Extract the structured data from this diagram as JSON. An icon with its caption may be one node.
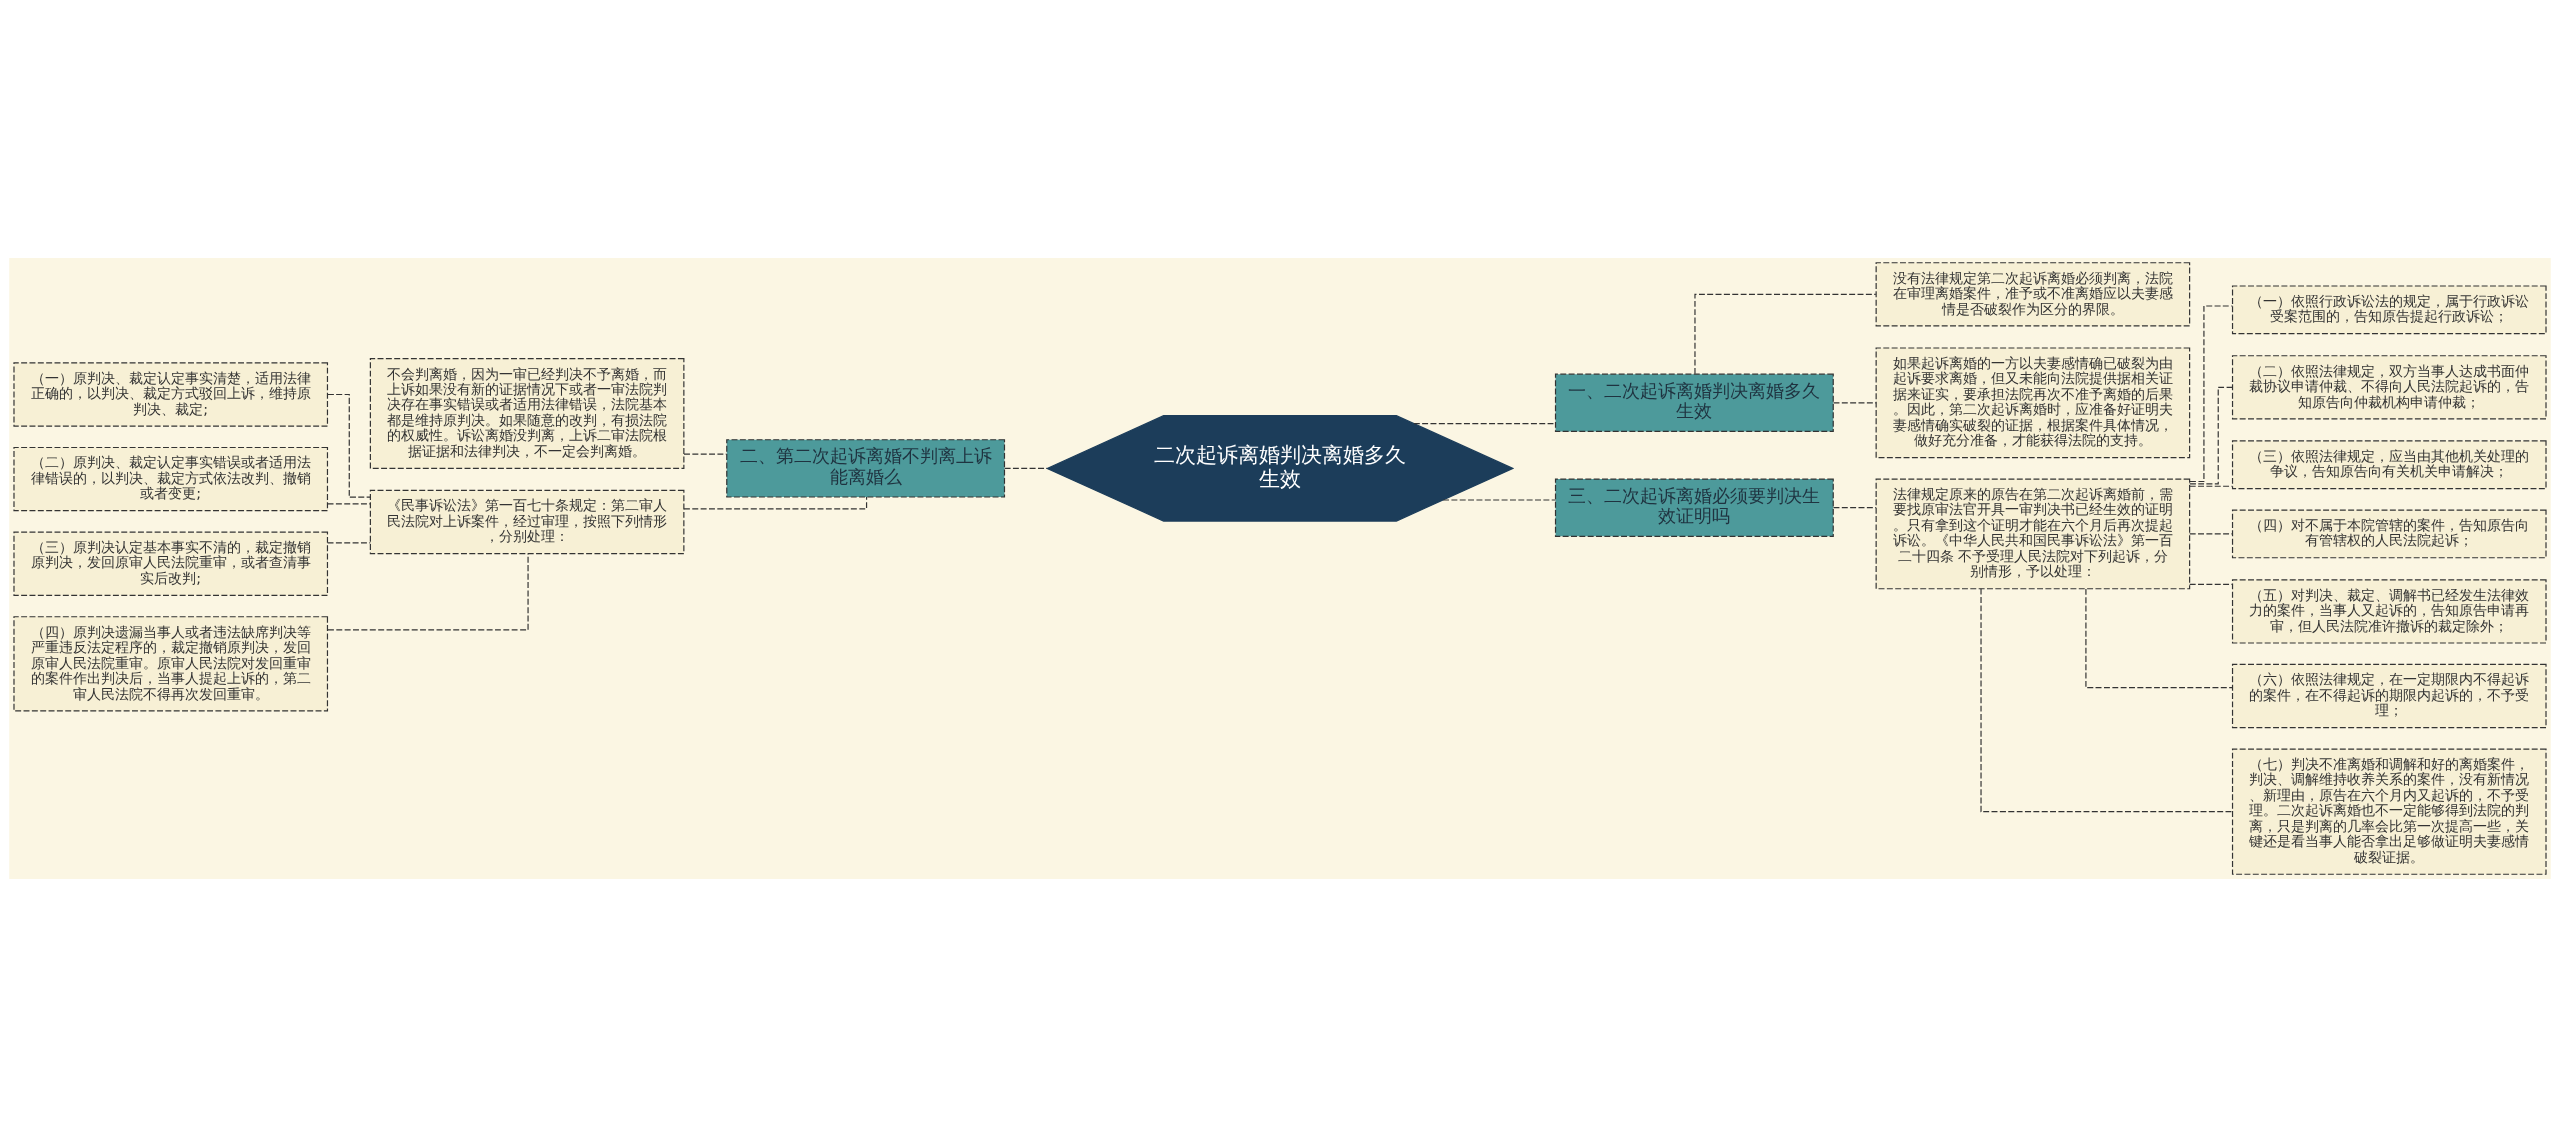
{
  "diagram": {
    "nodes": [
      {
        "text": [
          "二次起诉离婚判决离婚多久生效"
        ]
      },
      {
        "text": [
          "一、二次起诉离婚判决离婚多久生效"
        ]
      },
      {
        "text": [
          "没有法律规定第二次起诉离婚必须判离，法院在审理离婚案件，准予或不准离婚应以夫妻感情是否破裂作为区分的界限。"
        ]
      },
      {
        "text": [
          "如果起诉离婚的一方以夫妻感情确已破裂为由起诉要求离婚，但又未能向法院提供据相关证据来证实，要承担法院再次不准予离婚的后果。因此，第二次起诉离婚时，应准备好证明夫妻感情确实破裂的证据，根据案件具体情况，做好充分准备，才能获得法院的支持。"
        ]
      },
      {
        "text": [
          "二、第二次起诉离婚不判离上诉能离婚么"
        ]
      },
      {
        "text": [
          "不会判离婚，因为一审已经判决不予离婚，而上诉如果没有新的证据情况下或者一审法院判决存在事实错误或者适用法律错误，法院基本都是维持原判决。如果随意的改判，有损法院的权威性。诉讼离婚没判离，上诉二审法院根据证据和法律判决，不一定会判离婚。"
        ]
      },
      {
        "text": [
          "《民事诉讼法》第一百七十条规定：第二审人民法院对上诉案件，经过审理，按照下列情形，分别处理："
        ]
      },
      {
        "text": [
          "（一）原判决、裁定认定事实清楚，适用法律正确的，以判决、裁定方式驳回上诉，维持原判决、裁定;"
        ]
      },
      {
        "text": [
          "（二）原判决、裁定认定事实错误或者适用法律错误的，以判决、裁定方式依法改判、撤销或者变更;"
        ]
      },
      {
        "text": [
          "（三）原判决认定基本事实不清的，裁定撤销原判决，发回原审人民法院重审，或者查清事实后改判;"
        ]
      },
      {
        "text": [
          "（四）原判决遗漏当事人或者违法缺席判决等严重违反法定程序的，裁定撤销原判决，发回原审人民法院重审。原审人民法院对发回重审的案件作出判决后，当事人提起上诉的，第二审人民法院不得再次发回重审。"
        ]
      },
      {
        "text": [
          "三、二次起诉离婚必须要判决生效证明吗"
        ]
      },
      {
        "text": [
          "法律规定原来的原告在第二次起诉离婚前，需要找原审法官开具一审判决书已经生效的证明。只有拿到这个证明才能在六个月后再次提起诉讼。《中华人民共和国民事诉讼法》第一百二十四条 不予受理人民法院对下列起诉，分别情形，予以处理："
        ]
      },
      {
        "text": [
          "（一）依照行政诉讼法的规定，属于行政诉讼受案范围的，告知原告提起行政诉讼；"
        ]
      },
      {
        "text": [
          "（二）依照法律规定，双方当事人达成书面仲裁协议申请仲裁、不得向人民法院起诉的，告知原告向仲裁机构申请仲裁；"
        ]
      },
      {
        "text": [
          "（三）依照法律规定，应当由其他机关处理的争议，告知原告向有关机关申请解决；"
        ]
      },
      {
        "text": [
          "（四）对不属于本院管辖的案件，告知原告向有管辖权的人民法院起诉；"
        ]
      },
      {
        "text": [
          "（五）对判决、裁定、调解书已经发生法律效力的案件，当事人又起诉的，告知原告申请再审，但人民法院准许撤诉的裁定除外；"
        ]
      },
      {
        "text": [
          "（六）依照法律规定，在一定期限内不得起诉的案件，在不得起诉的期限内起诉的，不予受理；"
        ]
      },
      {
        "text": [
          "（七）判决不准离婚和调解和好的离婚案件，判决、调解维持收养关系的案件，没有新情况、新理由，原告在六个月内又起诉的，不予受理。二次起诉离婚也不一定能够得到法院的判离，只是判离的几率会比第一次提高一些，关键还是看当事人能否拿出足够做证明夫妻感情破裂证据。"
        ]
      }
    ],
    "edges": [
      {
        "from": 0,
        "to": 1,
        "arrow": "none",
        "style": "dashed"
      },
      {
        "from": 1,
        "to": 2,
        "arrow": "none",
        "style": "dashed"
      },
      {
        "from": 1,
        "to": 3,
        "arrow": "none",
        "style": "dashed"
      },
      {
        "from": 0,
        "to": 4,
        "arrow": "none",
        "style": "dashed"
      },
      {
        "from": 4,
        "to": 5,
        "arrow": "none",
        "style": "dashed"
      },
      {
        "from": 4,
        "to": 6,
        "arrow": "none",
        "style": "dashed"
      },
      {
        "from": 6,
        "to": 7,
        "arrow": "none",
        "style": "dashed"
      },
      {
        "from": 6,
        "to": 8,
        "arrow": "none",
        "style": "dashed"
      },
      {
        "from": 6,
        "to": 9,
        "arrow": "none",
        "style": "dashed"
      },
      {
        "from": 6,
        "to": 10,
        "arrow": "none",
        "style": "dashed"
      },
      {
        "from": 0,
        "to": 11,
        "arrow": "none",
        "style": "dashed"
      },
      {
        "from": 11,
        "to": 12,
        "arrow": "none",
        "style": "dashed"
      },
      {
        "from": 12,
        "to": 13,
        "arrow": "none",
        "style": "dashed"
      },
      {
        "from": 12,
        "to": 14,
        "arrow": "none",
        "style": "dashed"
      },
      {
        "from": 12,
        "to": 15,
        "arrow": "none",
        "style": "dashed"
      },
      {
        "from": 12,
        "to": 16,
        "arrow": "none",
        "style": "dashed"
      },
      {
        "from": 12,
        "to": 17,
        "arrow": "none",
        "style": "dashed"
      },
      {
        "from": 12,
        "to": 18,
        "arrow": "none",
        "style": "dashed"
      },
      {
        "from": 12,
        "to": 19,
        "arrow": "none",
        "style": "dashed"
      }
    ]
  }
}
